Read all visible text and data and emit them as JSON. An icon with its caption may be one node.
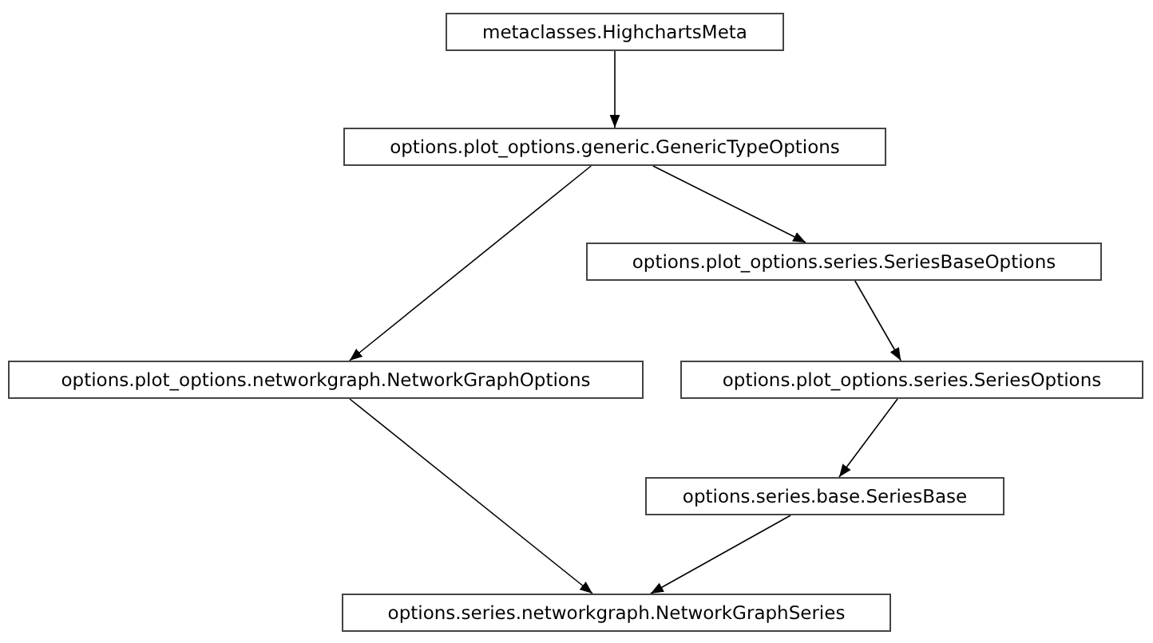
{
  "diagram": {
    "nodes": [
      {
        "text": [
          "metaclasses.HighchartsMeta"
        ]
      },
      {
        "text": [
          "options.plot_options.generic.GenericTypeOptions"
        ]
      },
      {
        "text": [
          "options.plot_options.series.SeriesBaseOptions"
        ]
      },
      {
        "text": [
          "options.plot_options.networkgraph.NetworkGraphOptions"
        ]
      },
      {
        "text": [
          "options.plot_options.series.SeriesOptions"
        ]
      },
      {
        "text": [
          "options.series.base.SeriesBase"
        ]
      },
      {
        "text": [
          "options.series.networkgraph.NetworkGraphSeries"
        ]
      }
    ],
    "edges": [
      {
        "from": 0,
        "to": 1,
        "arrow": "to"
      },
      {
        "from": 1,
        "to": 2,
        "arrow": "to"
      },
      {
        "from": 1,
        "to": 3,
        "arrow": "to"
      },
      {
        "from": 2,
        "to": 4,
        "arrow": "to"
      },
      {
        "from": 4,
        "to": 5,
        "arrow": "to"
      },
      {
        "from": 3,
        "to": 6,
        "arrow": "to"
      },
      {
        "from": 5,
        "to": 6,
        "arrow": "to"
      }
    ]
  }
}
